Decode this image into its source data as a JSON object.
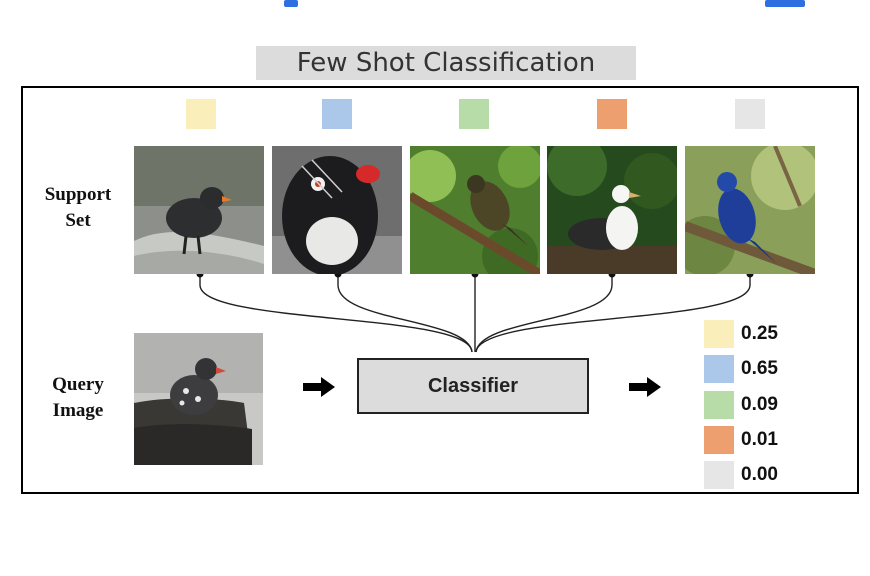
{
  "title": "Few Shot Classification",
  "labels": {
    "support": [
      "Support",
      "Set"
    ],
    "query": [
      "Query",
      "Image"
    ],
    "classifier": "Classifier"
  },
  "support_classes": [
    {
      "icon": "bird-photo-auklet",
      "color": "#faeebb"
    },
    {
      "icon": "bird-photo-auklet-closeup",
      "color": "#abc8ea"
    },
    {
      "icon": "bird-photo-warbler",
      "color": "#b8dca8"
    },
    {
      "icon": "bird-photo-albatross",
      "color": "#ee9f6f"
    },
    {
      "icon": "bird-photo-indigo-bunting",
      "color": "#e6e6e6"
    }
  ],
  "query_image": {
    "icon": "bird-photo-query-auklet"
  },
  "scores": [
    {
      "value": "0.25",
      "color": "#faeebb"
    },
    {
      "value": "0.65",
      "color": "#abc8ea"
    },
    {
      "value": "0.09",
      "color": "#b8dca8"
    },
    {
      "value": "0.01",
      "color": "#ee9f6f"
    },
    {
      "value": "0.00",
      "color": "#e6e6e6"
    }
  ]
}
